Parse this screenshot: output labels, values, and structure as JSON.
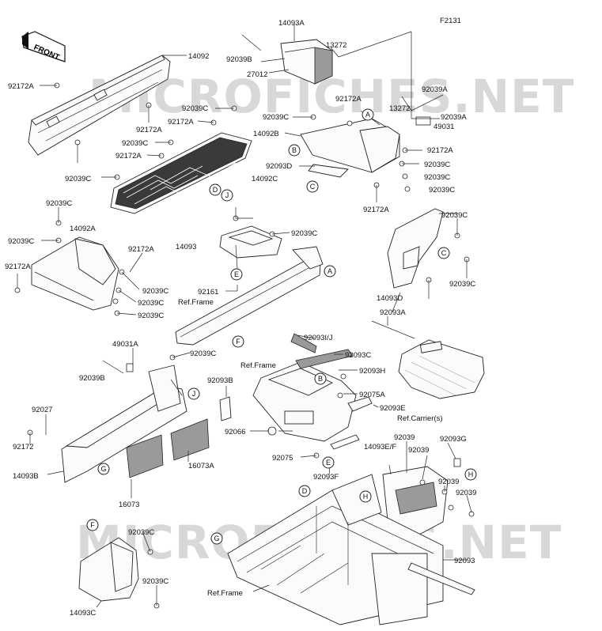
{
  "figure_code": "F2131",
  "front_label": "FRONT",
  "watermark": "MICROFICHES.NET",
  "callouts": [
    "A",
    "B",
    "C",
    "D",
    "E",
    "F",
    "G",
    "H",
    "J"
  ],
  "labels": [
    "14093A",
    "14092",
    "92172A",
    "92039B",
    "27012",
    "13272",
    "92039C",
    "92172A",
    "14092B",
    "92039A",
    "13272",
    "92039A",
    "49031",
    "92172A",
    "92039C",
    "92039C",
    "92039C",
    "92093D",
    "92172A",
    "92172A",
    "92039C",
    "14092C",
    "92172A",
    "92039C",
    "92039C",
    "14092A",
    "92039C",
    "92172A",
    "92172A",
    "92039C",
    "92039C",
    "92039C",
    "92172A",
    "14093",
    "92039C",
    "92161",
    "Ref.Frame",
    "92039C",
    "14093D",
    "92039C",
    "92039C",
    "92093A",
    "92093I/J",
    "92093C",
    "Ref.Frame",
    "92093H",
    "92075A",
    "92093E",
    "Ref.Carrier(s)",
    "49031A",
    "92039C",
    "92039B",
    "92093B",
    "92027",
    "92172",
    "14093B",
    "16073",
    "16073A",
    "92066",
    "92075",
    "92093F",
    "92039",
    "92093G",
    "14093E/F",
    "92039",
    "92039",
    "92039",
    "92093",
    "92039C",
    "14093C",
    "92039C",
    "Ref.Frame"
  ]
}
